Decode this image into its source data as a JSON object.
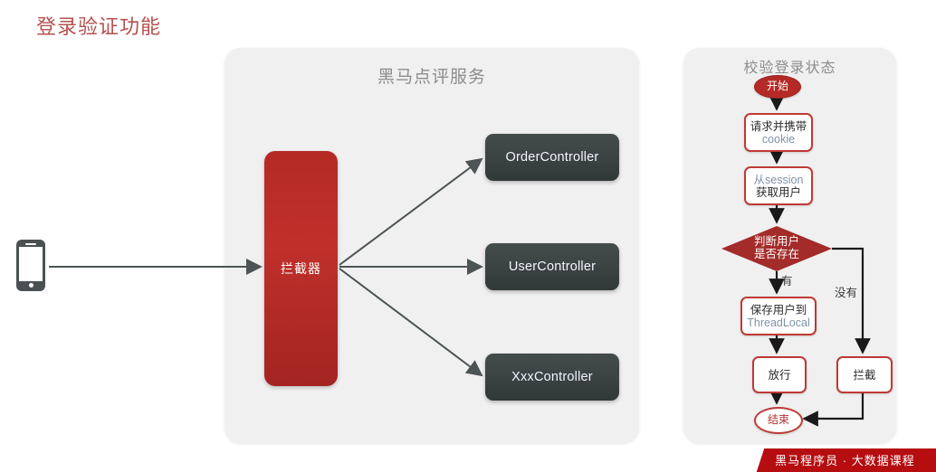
{
  "page": {
    "title": "登录验证功能",
    "title_color": "#b4524f",
    "background": "#ffffff"
  },
  "client": {
    "icon": "smartphone-icon",
    "color": "#4a5152"
  },
  "service_panel": {
    "title": "黑马点评服务",
    "background": "#f0f0f0",
    "interceptor": {
      "label": "拦截器",
      "color": "#b52a26",
      "text_color": "#ffffff"
    },
    "controllers": [
      {
        "label": "OrderController"
      },
      {
        "label": "UserController"
      },
      {
        "label": "XxxController"
      }
    ],
    "controller_color": "#3b4242",
    "controller_text_color": "#f2f6ff"
  },
  "flow_panel": {
    "title": "校验登录状态",
    "background": "#f0f0f0",
    "accent_color": "#bf3a36",
    "nodes": {
      "start": {
        "label": "开始",
        "shape": "ellipse",
        "fill": "#b52a26"
      },
      "cookie": {
        "line1": "请求并携带",
        "line2": "cookie",
        "shape": "process"
      },
      "session": {
        "line1": "从session",
        "line2": "获取用户",
        "shape": "process"
      },
      "decision": {
        "line1": "判断用户",
        "line2": "是否存在",
        "shape": "diamond",
        "fill": "#a32b29"
      },
      "save": {
        "line1": "保存用户到",
        "line2": "ThreadLocal",
        "shape": "process"
      },
      "pass": {
        "label": "放行",
        "shape": "process"
      },
      "block": {
        "label": "拦截",
        "shape": "process"
      },
      "end": {
        "label": "结束",
        "shape": "ellipse",
        "fill": "#ffffff"
      }
    },
    "branch_labels": {
      "yes": "有",
      "no": "没有"
    }
  },
  "bottom_banner": {
    "text": "黑马程序员 · 大数据课程",
    "color": "#b50d10"
  }
}
